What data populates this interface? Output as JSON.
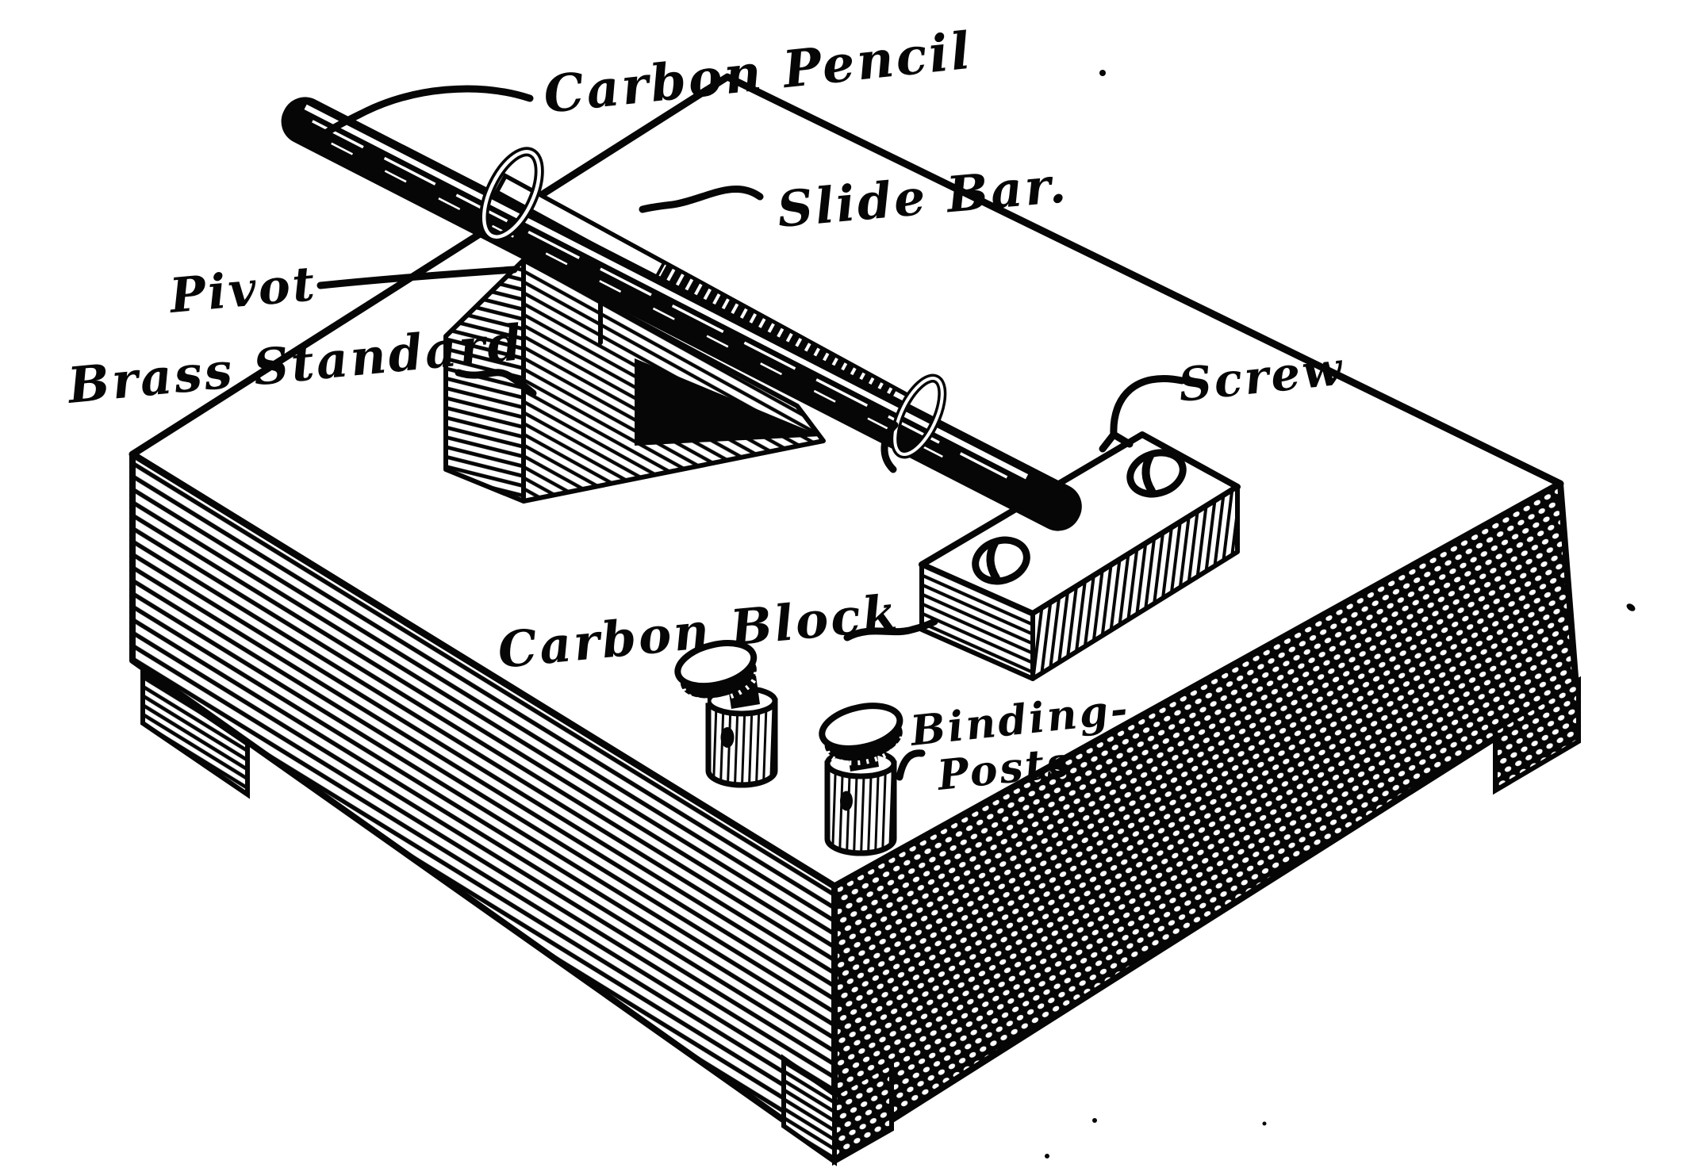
{
  "figure": {
    "kind": "engraved-technical-illustration",
    "ink_color": "#060606",
    "paper_color": "#ffffff",
    "labels": {
      "carbon_pencil": "Carbon Pencil",
      "slide_bar": "Slide Bar.",
      "pivot": "Pivot",
      "brass_standard": "Brass Standard",
      "screw": "Screw",
      "carbon_block": "Carbon Block",
      "binding_posts_line1": "Binding-",
      "binding_posts_line2": "Posts"
    }
  }
}
